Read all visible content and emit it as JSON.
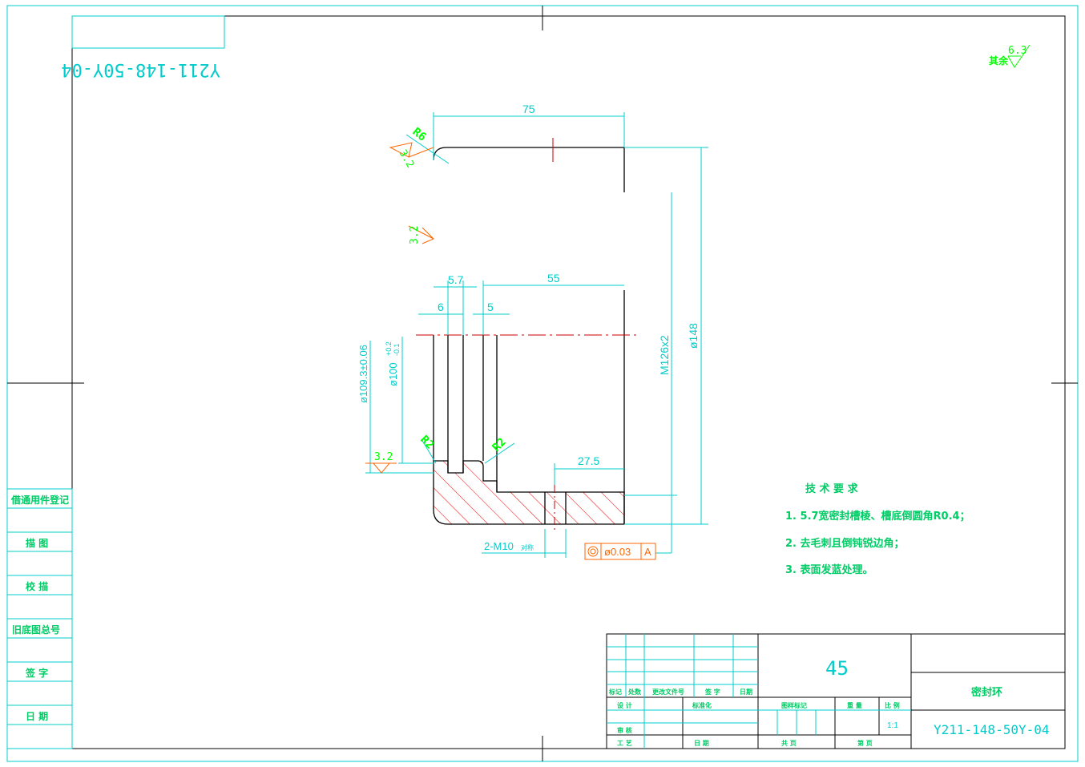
{
  "drawing": {
    "drawing_number": "Y211-148-50Y-04",
    "mirrored_number": "Y211-148-50Y-04",
    "surface_roughness_other": {
      "label": "其余",
      "value": "6.3"
    },
    "dimensions": {
      "width_total": "75",
      "inner_depth": "55",
      "groove_width": "5.7",
      "dim_6": "6",
      "dim_5": "5",
      "dim_27_5": "27.5",
      "od": "ø148",
      "thread": "M126x2",
      "dia_109": "ø109.3±0.06",
      "dia_100": "ø100",
      "dia_100_tol_upper": "+0.2",
      "dia_100_tol_lower": "-0.1",
      "radius_r6": "R6",
      "radius_r2_left": "R2",
      "radius_r2_right": "R2",
      "roughness_1": "3.2",
      "roughness_2": "3.2",
      "roughness_3": "3.2",
      "threaded_holes": "2-M10",
      "threaded_holes_suffix": "对称",
      "runout_value": "ø0.03",
      "datum": "A"
    },
    "tech_requirements": {
      "title": "技 术 要 求",
      "items": [
        "1. 5.7宽密封槽棱、槽底倒圆角R0.4；",
        "2. 去毛刺且倒钝锐边角；",
        "3. 表面发蓝处理。"
      ]
    },
    "left_strip": [
      "借通用件登记",
      "描  图",
      "校  描",
      "旧底图总号",
      "签  字",
      "日  期"
    ],
    "title_block": {
      "material": "45",
      "part_name": "密封环",
      "part_number": "Y211-148-50Y-04",
      "rev_headers": [
        "标记",
        "处数",
        "更改文件号",
        "签 字",
        "日期"
      ],
      "labels": {
        "design": "设 计",
        "standardize": "标准化",
        "review": "审 核",
        "process": "工 艺",
        "date": "日 期",
        "stage_mark": "图样标记",
        "weight": "重 量",
        "scale": "比 例",
        "scale_value": "1:1",
        "total": "共      页",
        "sheet": "第      页"
      }
    },
    "colors": {
      "frame": "#00cccc",
      "outline": "#000000",
      "dimension": "#00cccc",
      "text_green": "#00ff00",
      "hatch": "#ff0000",
      "tolerance": "#ff6600"
    }
  }
}
